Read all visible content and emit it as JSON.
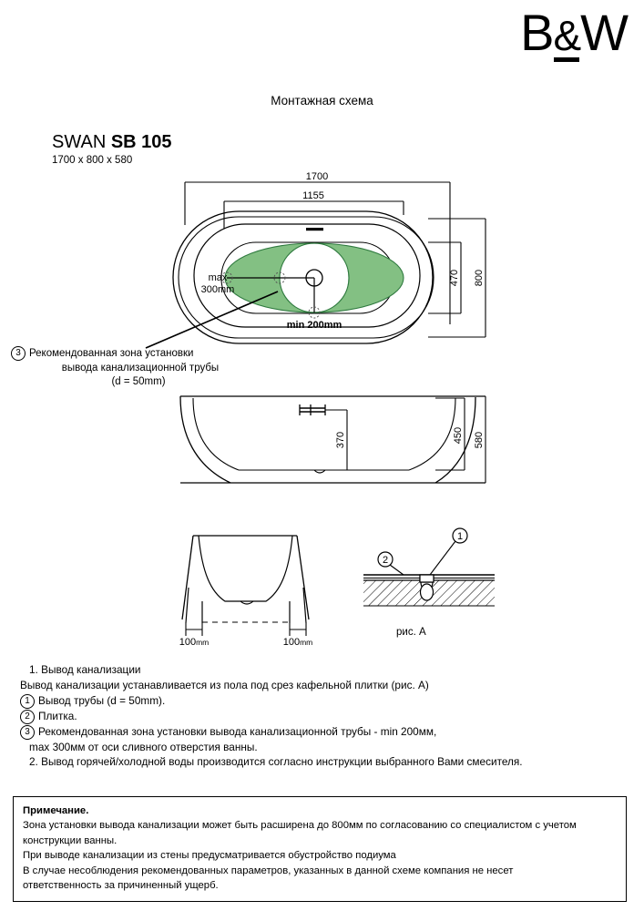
{
  "brand": {
    "left": "B",
    "amp": "&",
    "right": "W"
  },
  "header": {
    "doc_title": "Монтажная схема",
    "model_prefix": "SWAN ",
    "model_code": "SB 105",
    "model_dimensions": "1700 x 800 x 580"
  },
  "colors": {
    "zone_green": "#83c083",
    "zone_green_stroke": "#2f7a3f",
    "line": "#000000",
    "background": "#ffffff"
  },
  "top_view": {
    "dim_overall_length": "1700",
    "dim_inner_length": "1155",
    "dim_inner_width": "470",
    "dim_overall_width": "800",
    "label_max": "max",
    "label_max_value": "300mm",
    "label_min": "min 200mm"
  },
  "front_view": {
    "dim_drain_height": "370",
    "dim_inner_height": "450",
    "dim_overall_height": "580"
  },
  "side_view": {
    "dim_left_foot": "100",
    "dim_left_unit": "mm",
    "dim_right_foot": "100",
    "dim_right_unit": "mm"
  },
  "detail_figure": {
    "caption": "рис. А",
    "marker_pipe": "1",
    "marker_tile": "2"
  },
  "callout": {
    "number": "3",
    "line1": "Рекомендованная зона установки",
    "line2": "вывода канализационной трубы",
    "line3": "(d = 50mm)"
  },
  "instructions": {
    "rows": [
      {
        "text": "1. Вывод канализации",
        "marker": null,
        "indent": true
      },
      {
        "text": "Вывод канализации устанавливается из пола под срез кафельной плитки (рис. А)",
        "marker": null,
        "indent": false
      },
      {
        "text": "Вывод трубы (d = 50mm).",
        "marker": "1",
        "indent": false
      },
      {
        "text": "Плитка.",
        "marker": "2",
        "indent": false
      },
      {
        "text": "Рекомендованная зона установки вывода канализационной трубы - min 200мм,",
        "marker": "3",
        "indent": false
      },
      {
        "text": "max 300мм от оси сливного отверстия ванны.",
        "marker": null,
        "indent": true
      },
      {
        "text": "2. Вывод горячей/холодной воды производится согласно инструкции выбранного Вами смесителя.",
        "marker": null,
        "indent": true
      }
    ]
  },
  "note": {
    "title": "Примечание.",
    "lines": [
      "Зона установки вывода канализации может быть расширена до 800мм по согласованию со специалистом с учетом",
      "конструкции ванны.",
      "При выводе канализации из стены предусматривается обустройство подиума",
      "В случае несоблюдения рекомендованных параметров, указанных в данной схеме компания не несет",
      "ответственность за причиненный ущерб."
    ]
  }
}
